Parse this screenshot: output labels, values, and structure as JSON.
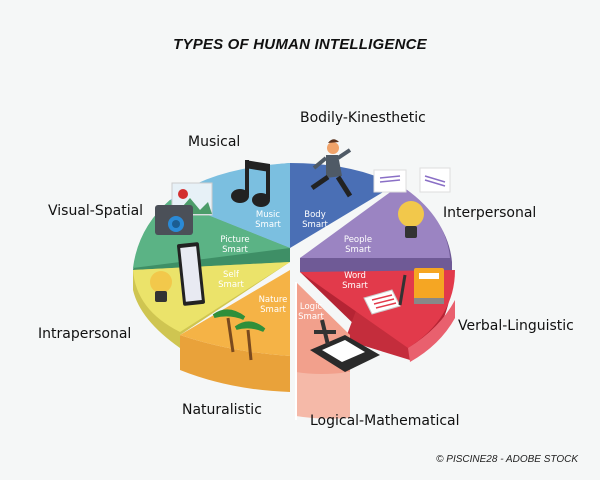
{
  "title": "TYPES OF HUMAN INTELLIGENCE",
  "credit": "© PISCINE28 - ADOBE STOCK",
  "intelligences": [
    {
      "name": "Musical",
      "inner_line1": "Music",
      "inner_line2": "Smart",
      "color": "#7bbfe0",
      "icon": "music-note-icon"
    },
    {
      "name": "Bodily-Kinesthetic",
      "inner_line1": "Body",
      "inner_line2": "Smart",
      "color": "#4a6fb5",
      "icon": "running-man-icon"
    },
    {
      "name": "Interpersonal",
      "inner_line1": "People",
      "inner_line2": "Smart",
      "color": "#9b84c2",
      "icon": "speech-bubbles-lightbulb-icon"
    },
    {
      "name": "Verbal-Linguistic",
      "inner_line1": "Word",
      "inner_line2": "Smart",
      "color": "#e23a4b",
      "icon": "book-pen-icon"
    },
    {
      "name": "Logical-Mathematical",
      "inner_line1": "Logic",
      "inner_line2": "Smart",
      "color": "#f2a08c",
      "icon": "calculator-icon"
    },
    {
      "name": "Naturalistic",
      "inner_line1": "Nature",
      "inner_line2": "Smart",
      "color": "#f5b346",
      "icon": "palm-tree-icon"
    },
    {
      "name": "Intrapersonal",
      "inner_line1": "Self",
      "inner_line2": "Smart",
      "color": "#ebe36a",
      "icon": "lightbulb-icon"
    },
    {
      "name": "Visual-Spatial",
      "inner_line1": "Picture",
      "inner_line2": "Smart",
      "color": "#5bb385",
      "icon": "camera-picture-icon"
    }
  ]
}
